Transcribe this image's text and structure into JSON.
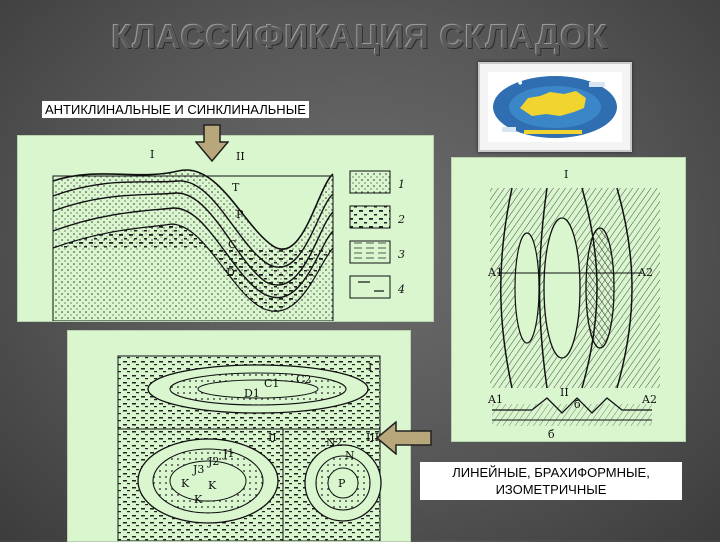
{
  "title": "КЛАССИФИКАЦИЯ  СКЛАДОК",
  "caption_top": "АНТИКЛИНАЛЬНЫЕ И  СИНКЛИНАЛЬНЫЕ",
  "caption_bottom_line1": "ЛИНЕЙНЫЕ, БРАХИФОРМНЫЕ,",
  "caption_bottom_line2": "ИЗОМЕТРИЧНЫЕ",
  "colors": {
    "panel": "#d9f6cf",
    "arrow_fill": "#b7a77a",
    "background": "#5a5a5a"
  },
  "panel1": {
    "labels": [
      "I",
      "II",
      "T",
      "P",
      "C",
      "D"
    ],
    "legend": [
      "1",
      "2",
      "3",
      "4"
    ]
  },
  "panel2": {
    "labels": [
      "I",
      "A1",
      "A2",
      "II",
      "A1",
      "A2",
      "б",
      "б"
    ]
  },
  "panel3": {
    "labels": [
      "I",
      "II",
      "III",
      "C1",
      "C2",
      "D1",
      "J1",
      "J2",
      "J3",
      "K",
      "K",
      "K",
      "N2",
      "N",
      "P"
    ]
  },
  "logo": {
    "icon": "map-of-russia-emblem"
  }
}
